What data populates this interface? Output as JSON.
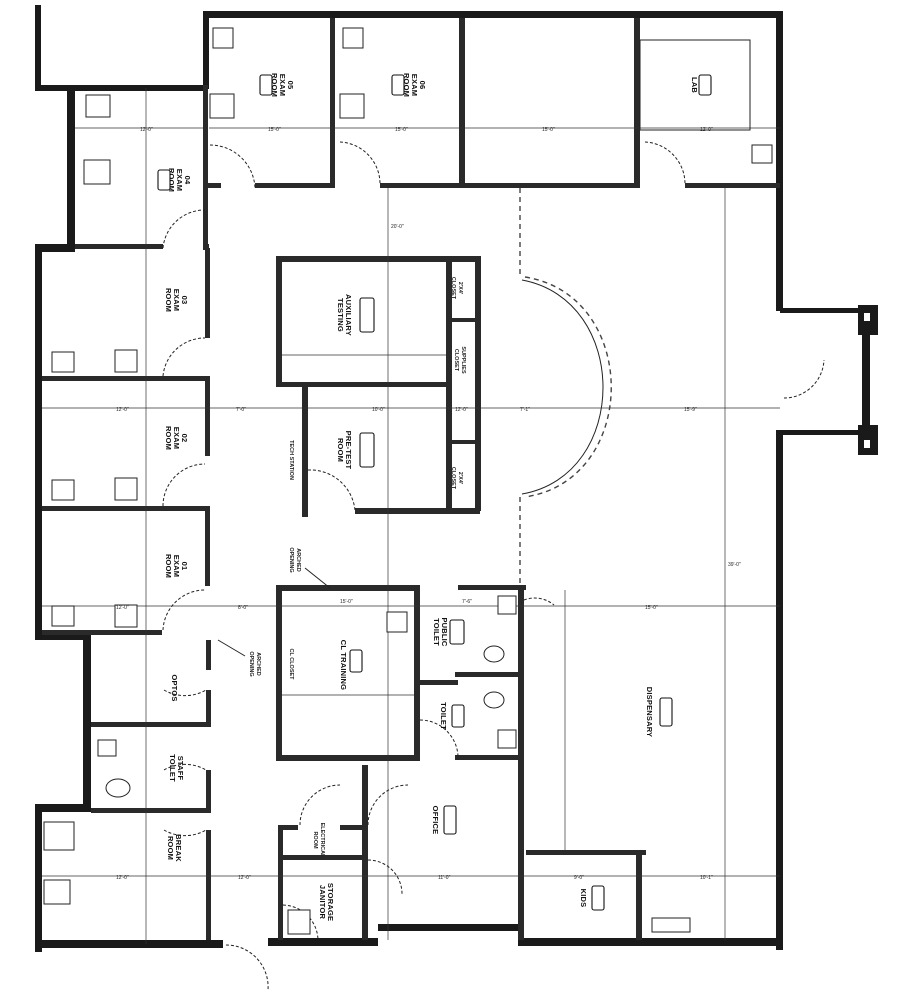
{
  "rooms": {
    "exam_05": {
      "lines": [
        "05",
        "EXAM",
        "ROOM"
      ]
    },
    "exam_06": {
      "lines": [
        "06",
        "EXAM",
        "ROOM"
      ]
    },
    "lab": {
      "lines": [
        "LAB"
      ]
    },
    "exam_04": {
      "lines": [
        "04",
        "EXAM",
        "ROOM"
      ]
    },
    "exam_03": {
      "lines": [
        "03",
        "EXAM",
        "ROOM"
      ]
    },
    "exam_02": {
      "lines": [
        "02",
        "EXAM",
        "ROOM"
      ]
    },
    "exam_01": {
      "lines": [
        "01",
        "EXAM",
        "ROOM"
      ]
    },
    "auxiliary_testing": {
      "lines": [
        "AUXILIARY",
        "TESTING"
      ]
    },
    "pre_test_room": {
      "lines": [
        "PRE-TEST",
        "ROOM"
      ]
    },
    "cl_training": {
      "lines": [
        "CL TRAINING"
      ]
    },
    "optos": {
      "lines": [
        "OPTOS"
      ]
    },
    "staff_toilet": {
      "lines": [
        "STAFF",
        "TOILET"
      ]
    },
    "break_room": {
      "lines": [
        "BREAK",
        "ROOM"
      ]
    },
    "public_toilet": {
      "lines": [
        "PUBLIC",
        "TOILET"
      ]
    },
    "toilet": {
      "lines": [
        "TOILET"
      ]
    },
    "office": {
      "lines": [
        "OFFICE"
      ]
    },
    "dispensary": {
      "lines": [
        "DISPENSARY"
      ]
    },
    "kids": {
      "lines": [
        "KIDS"
      ]
    },
    "electrical_room": {
      "lines": [
        "ELECTRICAL",
        "ROOM"
      ]
    },
    "storage_janitor": {
      "lines": [
        "STORAGE",
        "JANITOR"
      ]
    }
  },
  "small_labels": {
    "closet_upper": [
      "2'X4'",
      "CLOSET"
    ],
    "closet_lower": [
      "2'X4'",
      "CLOSET"
    ],
    "supplies_closet": [
      "SUPPLIES",
      "CLOSET"
    ],
    "tech_station": "TECH STATION",
    "arched_opening_upper": [
      "ARCHED",
      "OPENING"
    ],
    "arched_opening_lower": [
      "ARCHED",
      "OPENING"
    ],
    "cl_closet": "CL CLOSET"
  },
  "dimensions": {
    "d1": "15'-0\"",
    "d2": "15'-0\"",
    "d3": "15'-0\"",
    "d4": "12'-0\"",
    "d5": "12'-0\"",
    "d6": "12'-0\"",
    "d7": "12'-0\"",
    "d8": "12'-0\"",
    "d9": "7'-0\"",
    "d10": "10'-0\"",
    "d11": "12'-0\"",
    "d12": "7'-1\"",
    "d13": "15'-9\"",
    "d14": "8'-0\"",
    "d15": "15'-0\"",
    "d16": "7'-6\"",
    "d17": "15'-0\"",
    "d18": "12'-0\"",
    "d19": "11'-0\"",
    "d20": "10'-1\"",
    "d21": "9'-0\"",
    "d22": "39'-0\"",
    "d23": "20'-0\""
  }
}
